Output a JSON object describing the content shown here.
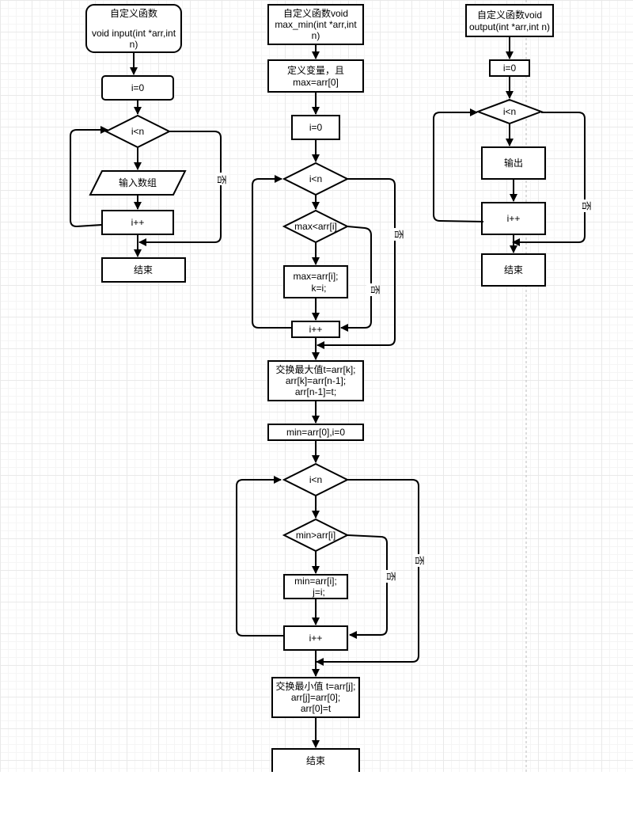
{
  "flow1": {
    "start": [
      "自定义函数",
      "void input(int *arr,int",
      "n)"
    ],
    "init": "i=0",
    "cond": "i<n",
    "input": "输入数组",
    "inc": "i++",
    "end": "结束",
    "no": "否"
  },
  "flow2": {
    "start": [
      "自定义函数void",
      "max_min(int *arr,int",
      "n)"
    ],
    "define": [
      "定义变量，且",
      "max=arr[0]"
    ],
    "init": "i=0",
    "cond1": "i<n",
    "cmp_max": "max<arr[i]",
    "assign_max": [
      "max=arr[i];",
      "k=i;"
    ],
    "inc1": "i++",
    "swap_max": [
      "交换最大值t=arr[k];",
      "arr[k]=arr[n-1];",
      "arr[n-1]=t;"
    ],
    "min_init": "min=arr[0],i=0",
    "cond2": "i<n",
    "cmp_min": "min>arr[i]",
    "assign_min": [
      "min=arr[i];",
      "j=i;"
    ],
    "inc2": "i++",
    "swap_min": [
      "交换最小值 t=arr[j];",
      "arr[j]=arr[0];",
      "arr[0]=t"
    ],
    "end": "结束",
    "no": "否"
  },
  "flow3": {
    "start": [
      "自定义函数void",
      "output(int *arr,int n)"
    ],
    "init": "i=0",
    "cond": "i<n",
    "output": "输出",
    "inc": "i++",
    "end": "结束",
    "no": "否"
  }
}
